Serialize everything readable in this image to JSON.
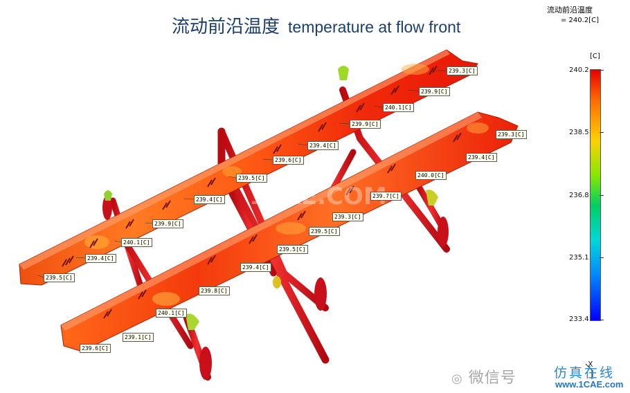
{
  "title": {
    "cn": "流动前沿温度",
    "en": "temperature at flow front"
  },
  "legend": {
    "heading": "流动前沿温度",
    "max_readout": "= 240.2[C]",
    "unit": "[C]",
    "ticks": [
      "240.2",
      "238.5",
      "236.8",
      "235.1",
      "233.4"
    ],
    "colors": [
      "#e80000",
      "#ff6a00",
      "#ffd000",
      "#88e800",
      "#00d060",
      "#00d8d8",
      "#0088ff",
      "#0000ff"
    ]
  },
  "probes": [
    "239.3[C]",
    "239.9[C]",
    "240.1[C]",
    "239.9[C]",
    "239.4[C]",
    "239.6[C]",
    "239.5[C]",
    "239.4[C]",
    "239.9[C]",
    "240.1[C]",
    "239.4[C]",
    "239.5[C]",
    "239.3[C]",
    "239.4[C]",
    "240.0[C]",
    "239.7[C]",
    "239.3[C]",
    "239.5[C]",
    "239.5[C]",
    "239.4[C]",
    "239.8[C]",
    "240.1[C]",
    "239.1[C]",
    "239.6[C]"
  ],
  "watermark": {
    "text": "微信号",
    "site": "仿真在线",
    "url": "www.1CAE.com",
    "center_mark": "1CAE.COM"
  },
  "axis_label": "X"
}
